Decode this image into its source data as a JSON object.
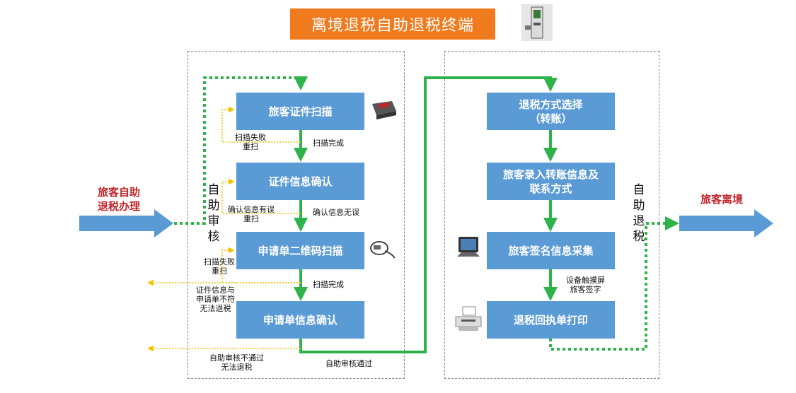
{
  "title": "离境退税自助退税终端",
  "left_arrow_label": "旅客自助\n退税办理",
  "right_arrow_label": "旅客离境",
  "review_section": "自助审核",
  "refund_section": "自助退税",
  "review_steps": [
    {
      "label": "旅客证件扫描"
    },
    {
      "label": "证件信息确认"
    },
    {
      "label": "申请单二维码扫描"
    },
    {
      "label": "申请单信息确认"
    }
  ],
  "refund_steps": [
    {
      "label": "退税方式选择\n（转账）"
    },
    {
      "label": "旅客录入转账信息及\n联系方式"
    },
    {
      "label": "旅客签名信息采集"
    },
    {
      "label": "退税回执单打印"
    }
  ],
  "notes": {
    "scan_fail_1": "扫描失败\n重扫",
    "scan_done_1": "扫描完成",
    "info_error": "确认信息有误\n重扫",
    "info_ok": "确认信息无误",
    "scan_fail_2": "扫描失败\n重扫",
    "mismatch": "证件信息与\n申请单不符\n无法退税",
    "scan_done_2": "扫描完成",
    "review_fail": "自助审核不通过\n无法退税",
    "review_pass": "自助审核通过",
    "touch_sign": "设备触摸屏\n旅客签字"
  },
  "colors": {
    "title_bg": "#f07a1e",
    "box": "#5b9bd5",
    "flow": "#2db34a",
    "fail": "#f2c200",
    "accent_text": "#c0262b"
  }
}
